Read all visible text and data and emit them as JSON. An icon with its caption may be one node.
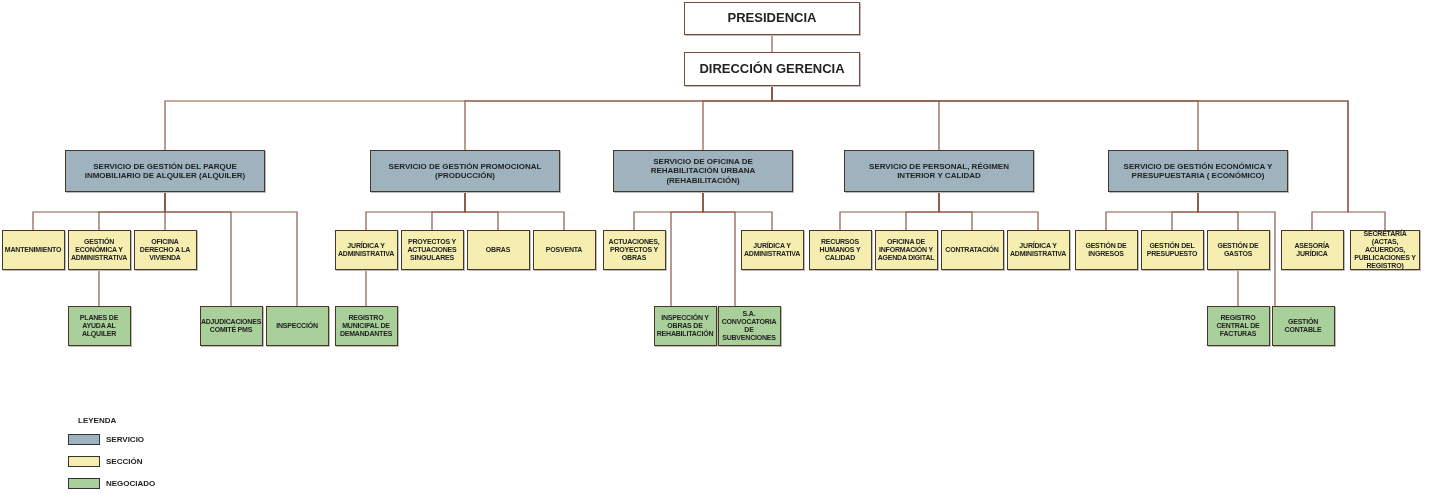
{
  "diagram": {
    "nodes": [
      {
        "text": [
          "PRESIDENCIA"
        ]
      },
      {
        "text": [
          "DIRECCIÓN GERENCIA"
        ]
      },
      {
        "text": [
          "SERVICIO DE GESTIÓN DEL PARQUE INMOBILIARIO DE ALQUILER (ALQUILER)"
        ]
      },
      {
        "text": [
          "SERVICIO DE GESTIÓN PROMOCIONAL (PRODUCCIÓN)"
        ]
      },
      {
        "text": [
          "SERVICIO DE OFICINA DE REHABILITACIÓN URBANA (REHABILITACIÓN)"
        ]
      },
      {
        "text": [
          "SERVICIO DE PERSONAL, RÉGIMEN INTERIOR Y CALIDAD"
        ]
      },
      {
        "text": [
          "SERVICIO DE GESTIÓN ECONÓMICA Y PRESUPUESTARIA ( ECONÓMICO)"
        ]
      },
      {
        "text": [
          "MANTENIMIENTO"
        ]
      },
      {
        "text": [
          "GESTIÓN ECONÓMICA Y ADMINISTRATIVA"
        ]
      },
      {
        "text": [
          "OFICINA DERECHO A LA VIVIENDA"
        ]
      },
      {
        "text": [
          "PLANES DE AYUDA AL ALQUILER"
        ]
      },
      {
        "text": [
          "ADJUDICACIONES COMITÉ PMS"
        ]
      },
      {
        "text": [
          "INSPECCIÓN"
        ]
      },
      {
        "text": [
          "JURÍDICA Y ADMINISTRATIVA"
        ]
      },
      {
        "text": [
          "PROYECTOS Y ACTUACIONES SINGULARES"
        ]
      },
      {
        "text": [
          "OBRAS"
        ]
      },
      {
        "text": [
          "POSVENTA"
        ]
      },
      {
        "text": [
          "REGISTRO MUNICIPAL DE DEMANDANTES"
        ]
      },
      {
        "text": [
          "ACTUACIONES, PROYECTOS Y OBRAS"
        ]
      },
      {
        "text": [
          "INSPECCIÓN Y OBRAS DE REHABILITACIÓN"
        ]
      },
      {
        "text": [
          "S.A. CONVOCATORIA DE SUBVENCIONES"
        ]
      },
      {
        "text": [
          "JURÍDICA Y ADMINISTRATIVA"
        ]
      },
      {
        "text": [
          "RECURSOS HUMANOS Y CALIDAD"
        ]
      },
      {
        "text": [
          "OFICINA DE INFORMACIÓN Y AGENDA DIGITAL"
        ]
      },
      {
        "text": [
          "CONTRATACIÓN"
        ]
      },
      {
        "text": [
          "JURÍDICA Y ADMINISTRATIVA"
        ]
      },
      {
        "text": [
          "GESTIÓN DE INGRESOS"
        ]
      },
      {
        "text": [
          "GESTIÓN DEL PRESUPUESTO"
        ]
      },
      {
        "text": [
          "GESTIÓN DE GASTOS"
        ]
      },
      {
        "text": [
          "REGISTRO CENTRAL DE FACTURAS"
        ]
      },
      {
        "text": [
          "GESTIÓN CONTABLE"
        ]
      },
      {
        "text": [
          "ASESORÍA JURÍDICA"
        ]
      },
      {
        "text": [
          "SECRETARÍA (ACTAS, ACUERDOS, PUBLICACIONES Y REGISTRO)"
        ]
      }
    ],
    "edges": [
      {
        "from": 0,
        "to": 1,
        "arrow": "none"
      },
      {
        "from": 1,
        "to": 2,
        "arrow": "none"
      },
      {
        "from": 1,
        "to": 3,
        "arrow": "none"
      },
      {
        "from": 1,
        "to": 4,
        "arrow": "none"
      },
      {
        "from": 1,
        "to": 5,
        "arrow": "none"
      },
      {
        "from": 1,
        "to": 6,
        "arrow": "none"
      },
      {
        "from": 1,
        "to": 31,
        "arrow": "none"
      },
      {
        "from": 1,
        "to": 32,
        "arrow": "none"
      },
      {
        "from": 2,
        "to": 7,
        "arrow": "none"
      },
      {
        "from": 2,
        "to": 8,
        "arrow": "none"
      },
      {
        "from": 2,
        "to": 9,
        "arrow": "none"
      },
      {
        "from": 8,
        "to": 10,
        "arrow": "none"
      },
      {
        "from": 2,
        "to": 11,
        "arrow": "none"
      },
      {
        "from": 2,
        "to": 12,
        "arrow": "none"
      },
      {
        "from": 3,
        "to": 13,
        "arrow": "none"
      },
      {
        "from": 3,
        "to": 14,
        "arrow": "none"
      },
      {
        "from": 3,
        "to": 15,
        "arrow": "none"
      },
      {
        "from": 3,
        "to": 16,
        "arrow": "none"
      },
      {
        "from": 13,
        "to": 17,
        "arrow": "none"
      },
      {
        "from": 4,
        "to": 18,
        "arrow": "none"
      },
      {
        "from": 4,
        "to": 19,
        "arrow": "none"
      },
      {
        "from": 4,
        "to": 20,
        "arrow": "none"
      },
      {
        "from": 4,
        "to": 21,
        "arrow": "none"
      },
      {
        "from": 5,
        "to": 22,
        "arrow": "none"
      },
      {
        "from": 5,
        "to": 23,
        "arrow": "none"
      },
      {
        "from": 5,
        "to": 24,
        "arrow": "none"
      },
      {
        "from": 5,
        "to": 25,
        "arrow": "none"
      },
      {
        "from": 6,
        "to": 26,
        "arrow": "none"
      },
      {
        "from": 6,
        "to": 27,
        "arrow": "none"
      },
      {
        "from": 6,
        "to": 28,
        "arrow": "none"
      },
      {
        "from": 28,
        "to": 29,
        "arrow": "none"
      },
      {
        "from": 6,
        "to": 30,
        "arrow": "none"
      }
    ],
    "labels": [
      "LEYENDA"
    ],
    "legend": [
      {
        "text": "SERVICIO",
        "color": "#9fb3bf"
      },
      {
        "text": "SECCIÓN",
        "color": "#f5eeb0"
      },
      {
        "text": "NEGOCIADO",
        "color": "#a9cf9b"
      }
    ]
  }
}
